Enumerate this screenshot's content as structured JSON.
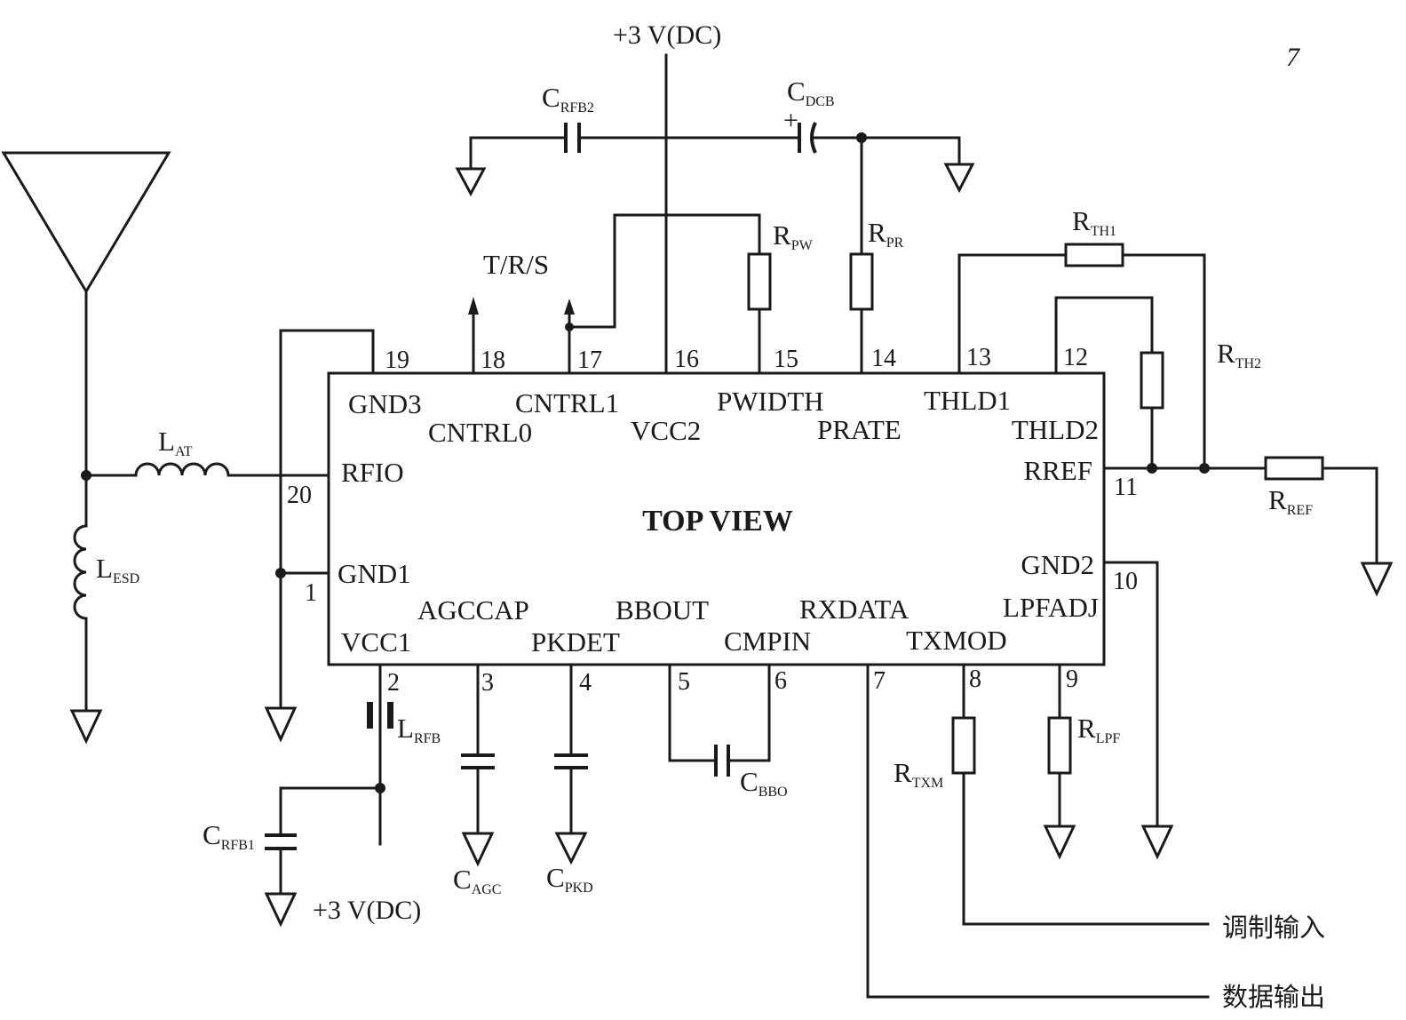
{
  "power": {
    "top_supply": "+3 V(DC)",
    "bottom_supply": "+3 V(DC)",
    "polarity_mark": "+"
  },
  "ic": {
    "view_label": "TOP VIEW",
    "pins": [
      {
        "num": "1",
        "name": "GND1"
      },
      {
        "num": "2",
        "name": "VCC1"
      },
      {
        "num": "3",
        "name": "AGCCAP"
      },
      {
        "num": "4",
        "name": "PKDET"
      },
      {
        "num": "5",
        "name": "BBOUT"
      },
      {
        "num": "6",
        "name": "CMPIN"
      },
      {
        "num": "7",
        "name": "RXDATA"
      },
      {
        "num": "8",
        "name": "TXMOD"
      },
      {
        "num": "9",
        "name": "LPFADJ"
      },
      {
        "num": "10",
        "name": "GND2"
      },
      {
        "num": "11",
        "name": "RREF"
      },
      {
        "num": "12",
        "name": "THLD2"
      },
      {
        "num": "13",
        "name": "THLD1"
      },
      {
        "num": "14",
        "name": "PRATE"
      },
      {
        "num": "15",
        "name": "PWIDTH"
      },
      {
        "num": "16",
        "name": "VCC2"
      },
      {
        "num": "17",
        "name": "CNTRL1"
      },
      {
        "num": "18",
        "name": "CNTRL0"
      },
      {
        "num": "19",
        "name": "GND3"
      },
      {
        "num": "20",
        "name": "RFIO"
      }
    ]
  },
  "control_label": "T/R/S",
  "components": {
    "c_rfb2": {
      "main": "C",
      "sub": "RFB2"
    },
    "c_dcb": {
      "main": "C",
      "sub": "DCB"
    },
    "r_pw": {
      "main": "R",
      "sub": "PW"
    },
    "r_pr": {
      "main": "R",
      "sub": "PR"
    },
    "r_th1": {
      "main": "R",
      "sub": "TH1"
    },
    "r_th2": {
      "main": "R",
      "sub": "TH2"
    },
    "r_ref": {
      "main": "R",
      "sub": "REF"
    },
    "l_at": {
      "main": "L",
      "sub": "AT"
    },
    "l_esd": {
      "main": "L",
      "sub": "ESD"
    },
    "l_rfb": {
      "main": "L",
      "sub": "RFB"
    },
    "c_rfb1": {
      "main": "C",
      "sub": "RFB1"
    },
    "c_agc": {
      "main": "C",
      "sub": "AGC"
    },
    "c_pkd": {
      "main": "C",
      "sub": "PKD"
    },
    "c_bbo": {
      "main": "C",
      "sub": "BBO"
    },
    "r_txm": {
      "main": "R",
      "sub": "TXM"
    },
    "r_lpf": {
      "main": "R",
      "sub": "LPF"
    }
  },
  "io": {
    "mod_input": "调制输入",
    "data_output": "数据输出"
  },
  "corner_mark": "7"
}
